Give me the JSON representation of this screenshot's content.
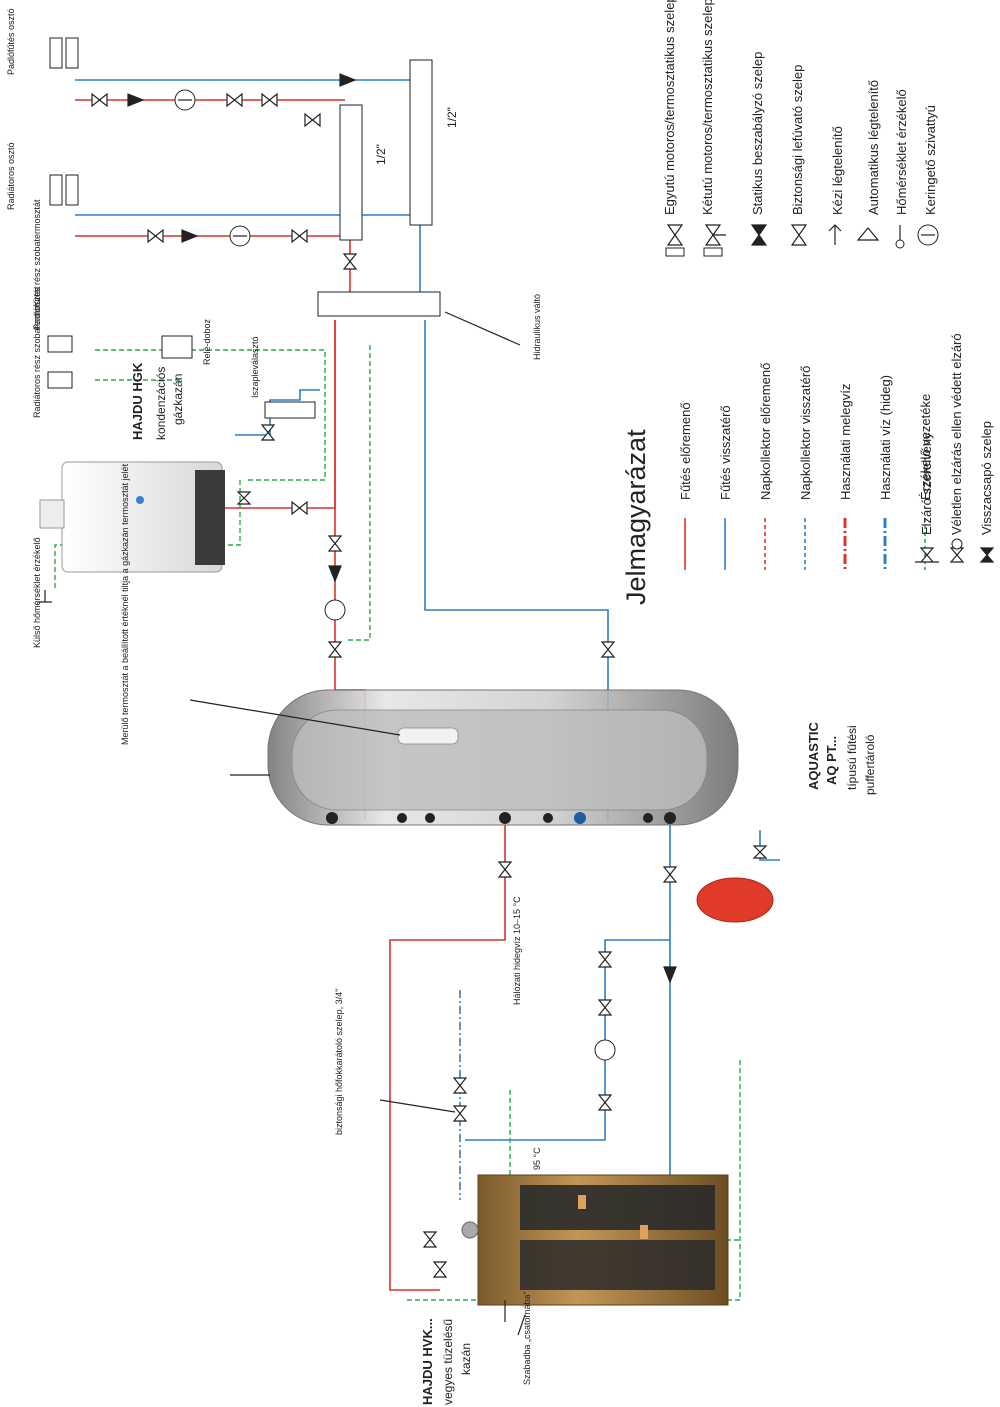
{
  "legend": {
    "title": "Jelmagyarázat",
    "lines": [
      {
        "label": "Fűtés előremenő",
        "color": "#d9352c",
        "style": "solid"
      },
      {
        "label": "Fűtés visszatérő",
        "color": "#2f7fc2",
        "style": "solid"
      },
      {
        "label": "Napkollektor előremenő",
        "color": "#d9352c",
        "style": "dashed"
      },
      {
        "label": "Napkollektor visszatérő",
        "color": "#2f7fc2",
        "style": "dashed"
      },
      {
        "label": "Használati melegvíz",
        "color": "#d9352c",
        "style": "dashdot"
      },
      {
        "label": "Használati víz (hideg)",
        "color": "#2f7fc2",
        "style": "dashdot"
      },
      {
        "label": "Érzékelő vezetéke",
        "color": "#2aa84a",
        "style": "dashed"
      }
    ],
    "symbols_left": [
      {
        "label": "Elzáró szerelvény",
        "icon": "gate-valve-icon"
      },
      {
        "label": "Véletlen elzárás ellen védett elzáró",
        "icon": "protected-valve-icon"
      },
      {
        "label": "Visszacsapó szelep",
        "icon": "check-valve-icon"
      }
    ],
    "symbols_right": [
      {
        "label": "Egyutú motoros/termosztatikus szelep",
        "icon": "two-way-valve-icon"
      },
      {
        "label": "Kétutú motoros/termosztatikus szelep",
        "icon": "three-way-valve-icon"
      },
      {
        "label": "Statikus beszabályzó szelep",
        "icon": "balancing-valve-icon"
      },
      {
        "label": "Biztonsági lefúvató szelep",
        "icon": "safety-valve-icon"
      },
      {
        "label": "Kézi légtelenítő",
        "icon": "manual-vent-icon"
      },
      {
        "label": "Automatikus légtelenítő",
        "icon": "auto-vent-icon"
      },
      {
        "label": "Hőmérséklet érzékelő",
        "icon": "temp-sensor-icon"
      },
      {
        "label": "Keringető szivattyú",
        "icon": "pump-icon"
      }
    ]
  },
  "labels": {
    "floor_heating_distributor": "Padlófűtés osztó",
    "radiator_distributor": "Radiátoros osztó",
    "pipe_size_a": "1/2\"",
    "pipe_size_b": "1/2\"",
    "floor_thermostat": "Padlófűtés rész szobatermosztát",
    "radiator_thermostat": "Radiátoros rész szobatermosztát",
    "relay_box": "Relé-doboz",
    "hydraulic_separator": "Hidraulikus váltó",
    "dirt_separator": "Iszapleválasztó",
    "gas_boiler_name": "HAJDU HGK",
    "gas_boiler_desc1": "kondenzációs",
    "gas_boiler_desc2": "gázkazán",
    "outdoor_sensor": "Külső hőmérséklet érzékelő",
    "thermostat_note": "Merülő termosztát a beállított értéknél tiltja a gázkazán termosztát jelét",
    "buffer_name1": "AQUASTIC",
    "buffer_name2": "AQ PT...",
    "buffer_desc1": "típusú fűtési",
    "buffer_desc2": "puffertároló",
    "safety_valve_note": "biztonsági hőfokkarátoló szelep, 3/4\"",
    "cold_water": "Hálózati hidegvíz 10–15 °C",
    "temp_95": "95 °C",
    "solid_boiler_name": "HAJDU HVK...",
    "solid_boiler_desc1": "vegyes tüzelésű",
    "solid_boiler_desc2": "kazán",
    "drain": "Szabadba „csatornába\""
  },
  "colors": {
    "flow": "#d9352c",
    "return": "#2f7fc2",
    "sensor": "#2aa84a",
    "expansion_vessel": "#e03a2a",
    "boiler_body": "#b88a4a"
  }
}
